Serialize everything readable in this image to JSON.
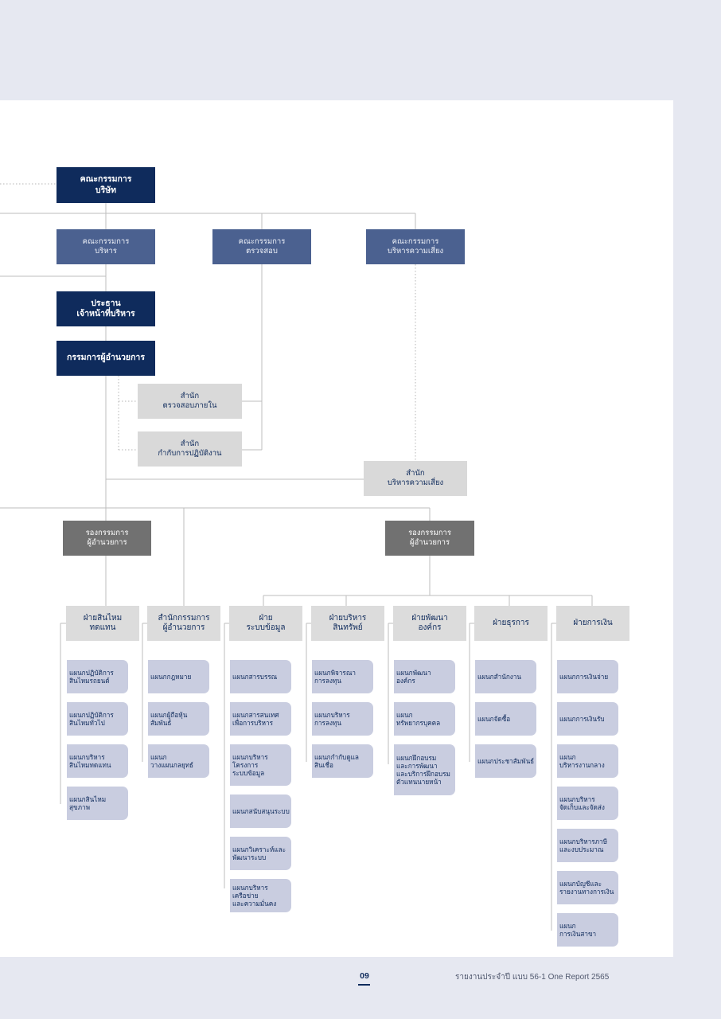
{
  "chart": {
    "board": "คณะกรรมการ\nบริษัท",
    "executive_committee": "คณะกรรมการ\nบริหาร",
    "audit_committee": "คณะกรรมการ\nตรวจสอบ",
    "risk_committee": "คณะกรรมการ\nบริหารความเสี่ยง",
    "ceo": "ประธาน\nเจ้าหน้าที่บริหาร",
    "md": "กรรมการผู้อำนวยการ",
    "internal_audit": "สำนัก\nตรวจสอบภายใน",
    "compliance": "สำนัก\nกำกับการปฏิบัติงาน",
    "risk_office": "สำนัก\nบริหารความเสี่ยง",
    "deputy_md_left": "รองกรรมการ\nผู้อำนวยการ",
    "deputy_md_right": "รองกรรมการ\nผู้อำนวยการ",
    "departments": [
      {
        "name": "ฝ่ายสินไหม\nทดแทน",
        "units": [
          "แผนกปฏิบัติการ\nสินไหมรถยนต์",
          "แผนกปฏิบัติการ\nสินไหมทั่วไป",
          "แผนกบริหาร\nสินไหมทดแทน",
          "แผนกสินไหมสุขภาพ"
        ]
      },
      {
        "name": "สำนักกรรมการ\nผู้อำนวยการ",
        "units": [
          "แผนกกฎหมาย",
          "แผนกผู้ถือหุ้น\nสัมพันธ์",
          "แผนก\nวางแผนกลยุทธ์"
        ]
      },
      {
        "name": "ฝ่าย\nระบบข้อมูล",
        "units": [
          "แผนกสารบรรณ",
          "แผนกสารสนเทศ\nเพื่อการบริหาร",
          "แผนกบริหาร\nโครงการ\nระบบข้อมูล",
          "แผนกสนับสนุนระบบ",
          "แผนกวิเคราะห์และ\nพัฒนาระบบ",
          "แผนกบริหาร\nเครือข่าย\nและความมั่นคง"
        ]
      },
      {
        "name": "ฝ่ายบริหาร\nสินทรัพย์",
        "units": [
          "แผนกพิจารณา\nการลงทุน",
          "แผนกบริหาร\nการลงทุน",
          "แผนกกำกับดูแล\nสินเชื่อ"
        ]
      },
      {
        "name": "ฝ่ายพัฒนา\nองค์กร",
        "units": [
          "แผนกพัฒนา\nองค์กร",
          "แผนก\nทรัพยากรบุคคล",
          "แผนกฝึกอบรม\nและการพัฒนา\nและบริการฝึกอบรม\nตัวแทนนายหน้า"
        ]
      },
      {
        "name": "ฝ่ายธุรการ",
        "units": [
          "แผนกสำนักงาน",
          "แผนกจัดซื้อ",
          "แผนกประชาสัมพันธ์"
        ]
      },
      {
        "name": "ฝ่ายการเงิน",
        "units": [
          "แผนกการเงินจ่าย",
          "แผนกการเงินรับ",
          "แผนก\nบริหารงานกลาง",
          "แผนกบริหาร\nจัดเก็บและจัดส่ง",
          "แผนกบริหารภาษี\nและงบประมาณ",
          "แผนกบัญชีและ\nรายงานทางการเงิน",
          "แผนก\nการเงินสาขา"
        ]
      }
    ]
  },
  "footer": {
    "page_number": "09",
    "report_title": "รายงานประจำปี แบบ 56-1 One Report 2565"
  }
}
